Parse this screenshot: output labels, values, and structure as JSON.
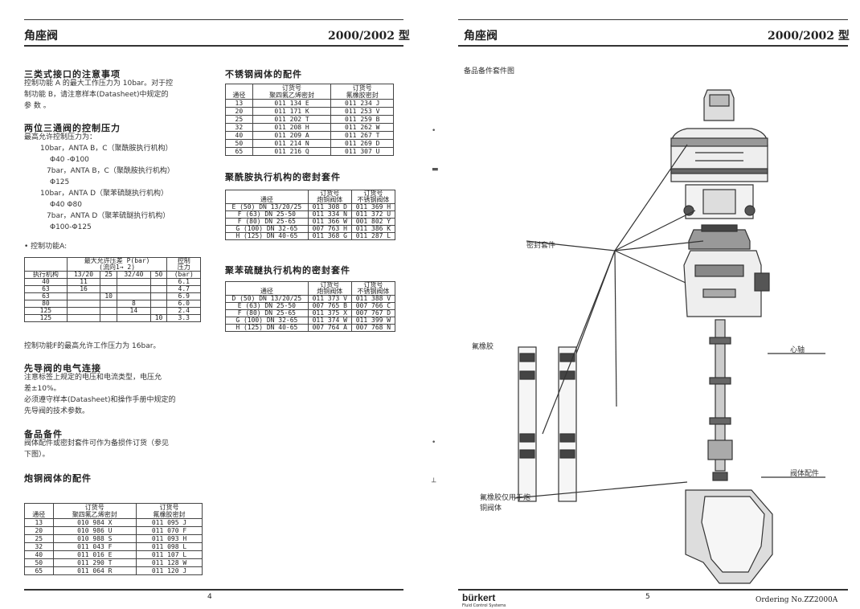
{
  "left_page": {
    "header_title": "角座阀",
    "header_model": "2000/2002 型",
    "sections": {
      "three_fluid": {
        "title": "三类式接口的注意事项",
        "lines": [
          "控制功能 A 的最大工作压力为 10bar。对于控",
          "制功能 B，请注意样本(Datasheet)中规定的",
          "参 数 。"
        ]
      },
      "two_way": {
        "title": "两位三通阀的控制压力",
        "lines": [
          "最高允许控制压力为：",
          "10bar，ANTA B，C（聚酰胺执行机构）",
          "Φ40 -Φ100",
          "7bar，ANTA B，C（聚酰胺执行机构）",
          "Φ125",
          "10bar，ANTA D（聚苯硫醚执行机构）",
          "Φ40 Φ80",
          "7bar，ANTA D（聚苯硫醚执行机构）",
          "Φ100-Φ125"
        ]
      },
      "control_a_label": "控制功能A:",
      "control_f_note": "控制功能F的最高允许工作压力为 16bar。",
      "pilot": {
        "title": "先导阀的电气连接",
        "lines": [
          "注意标签上规定的电压和电流类型，电压允",
          "差±10%。",
          "必须遵守样本(Datasheet)和操作手册中规定的",
          "先导阀的技术参数。"
        ]
      },
      "spare": {
        "title": "备品备件",
        "lines": [
          "阀体配件或密封套件可作为备损件订货（参见",
          "下图）。"
        ]
      },
      "brass_title": "炮铜阀体的配件"
    },
    "pressure_table": {
      "header_row1": [
        "",
        "最大允许压差 P(bar)",
        "",
        "",
        "",
        "控制"
      ],
      "header_row2": [
        "",
        "(流向1→ 2)",
        "",
        "",
        "",
        "压力"
      ],
      "header_row3": [
        "执行机构",
        "13/20",
        "25",
        "32/40",
        "50",
        "(bar)"
      ],
      "rows": [
        [
          "40",
          "11",
          "",
          "",
          "",
          "6.1"
        ],
        [
          "63",
          "16",
          "",
          "",
          "",
          "4.7"
        ],
        [
          "63",
          "",
          "10",
          "",
          "",
          "6.9"
        ],
        [
          "80",
          "",
          "",
          "8",
          "",
          "6.0"
        ],
        [
          "125",
          "",
          "",
          "14",
          "",
          "2.4"
        ],
        [
          "125",
          "",
          "",
          "",
          "10",
          "3.3"
        ]
      ]
    },
    "brass_table": {
      "header_row1": [
        "",
        "订货号",
        "订货号"
      ],
      "header_row2": [
        "通径",
        "聚四氟乙烯密封",
        "氟橡胶密封"
      ],
      "rows": [
        [
          "13",
          "010 984 X",
          "011 095 J"
        ],
        [
          "20",
          "010 986 U",
          "011 070 F"
        ],
        [
          "25",
          "010 988 S",
          "011 093 H"
        ],
        [
          "32",
          "011 043 F",
          "011 098 L"
        ],
        [
          "40",
          "011 016 E",
          "011 107 L"
        ],
        [
          "50",
          "011 290 T",
          "011 128 W"
        ],
        [
          "65",
          "011 064 R",
          "011 120 J"
        ]
      ]
    },
    "stainless_title": "不锈钢阀体的配件",
    "stainless_table": {
      "header_row1": [
        "",
        "订货号",
        "订货号"
      ],
      "header_row2": [
        "通径",
        "聚四氟乙烯密封",
        "氟橡胶密封"
      ],
      "rows": [
        [
          "13",
          "011 134 E",
          "011 234 J"
        ],
        [
          "20",
          "011 171 K",
          "011 253 V"
        ],
        [
          "25",
          "011 202 T",
          "011 259 B"
        ],
        [
          "32",
          "011 208 H",
          "011 262 W"
        ],
        [
          "40",
          "011 209 A",
          "011 267 T"
        ],
        [
          "50",
          "011 214 N",
          "011 269 D"
        ],
        [
          "65",
          "011 216 Q",
          "011 307 U"
        ]
      ]
    },
    "pa_title": "聚酰胺执行机构的密封套件",
    "pa_table": {
      "header_row1": [
        "",
        "订货号",
        "订货号"
      ],
      "header_row2": [
        "通径",
        "炮铜阀体",
        "不锈钢阀体"
      ],
      "rows": [
        [
          "E (50) DN 13/20/25",
          "011 308 D",
          "011 369 H"
        ],
        [
          "F (63) DN 25-50",
          "011 334 N",
          "011 372 U"
        ],
        [
          "F (80) DN 25-65",
          "011 366 W",
          "001 802 Y"
        ],
        [
          "G (100) DN 32-65",
          "007 763 H",
          "011 386 K"
        ],
        [
          "H (125) DN 40-65",
          "011 368 G",
          "011 287 L"
        ]
      ]
    },
    "pps_title": "聚苯硫醚执行机构的密封套件",
    "pps_table": {
      "header_row1": [
        "",
        "订货号",
        "订货号"
      ],
      "header_row2": [
        "通径",
        "炮铜阀体",
        "不锈钢阀体"
      ],
      "rows": [
        [
          "D (50) DN 13/20/25",
          "011 373 V",
          "011 388 V"
        ],
        [
          "E (63) DN 25-50",
          "007 765 B",
          "007 766 C"
        ],
        [
          "F (80) DN 25-65",
          "011 375 X",
          "007 767 D"
        ],
        [
          "G (100) DN 32-65",
          "011 374 W",
          "011 399 W"
        ],
        [
          "H (125) DN 40-65",
          "007 764 A",
          "007 768 N"
        ]
      ]
    },
    "page_number": "4"
  },
  "right_page": {
    "header_title": "角座阀",
    "header_model": "2000/2002 型",
    "figure_caption": "备品备件套件图",
    "labels": {
      "seal_kit": "密封套件",
      "fkm": "氟橡胶",
      "spindle": "心轴",
      "body_parts": "阀体配件",
      "fkm_note_line1": "氟橡胶仅用于炮",
      "fkm_note_line2": "铜阀体"
    },
    "brand": "bürkert",
    "brand_tagline": "Fluid Control Systems",
    "page_number": "5",
    "ordering_no": "Ordering No.ZZ2000A"
  }
}
